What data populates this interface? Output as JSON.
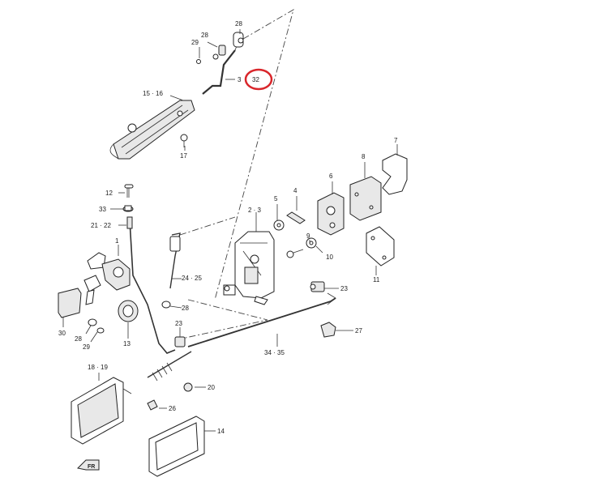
{
  "labels": [
    {
      "id": "c28a",
      "text": "28"
    },
    {
      "id": "c29a",
      "text": "29"
    },
    {
      "id": "c28b",
      "text": "28"
    },
    {
      "id": "c3",
      "text": "3"
    },
    {
      "id": "c32",
      "text": "32"
    },
    {
      "id": "c1516",
      "text": "15 · 16"
    },
    {
      "id": "c17",
      "text": "17"
    },
    {
      "id": "c8",
      "text": "8"
    },
    {
      "id": "c7",
      "text": "7"
    },
    {
      "id": "c6",
      "text": "6"
    },
    {
      "id": "c4",
      "text": "4"
    },
    {
      "id": "c5",
      "text": "5"
    },
    {
      "id": "c23",
      "text": "2 · 3"
    },
    {
      "id": "c12",
      "text": "12"
    },
    {
      "id": "c33",
      "text": "33"
    },
    {
      "id": "c2122",
      "text": "21 · 22"
    },
    {
      "id": "c1",
      "text": "1"
    },
    {
      "id": "c2425",
      "text": "24 · 25"
    },
    {
      "id": "c28c",
      "text": "28"
    },
    {
      "id": "c9",
      "text": "9"
    },
    {
      "id": "c10",
      "text": "10"
    },
    {
      "id": "c11",
      "text": "11"
    },
    {
      "id": "c23b",
      "text": "23"
    },
    {
      "id": "c27",
      "text": "27"
    },
    {
      "id": "c30",
      "text": "30"
    },
    {
      "id": "c28d",
      "text": "28"
    },
    {
      "id": "c29b",
      "text": "29"
    },
    {
      "id": "c13",
      "text": "13"
    },
    {
      "id": "c23c",
      "text": "23"
    },
    {
      "id": "c3435",
      "text": "34 · 35"
    },
    {
      "id": "c1819",
      "text": "18 · 19"
    },
    {
      "id": "c20",
      "text": "20"
    },
    {
      "id": "c26",
      "text": "26"
    },
    {
      "id": "c14",
      "text": "14"
    }
  ],
  "fr_marker": "FR",
  "highlight_color": "#d9262b"
}
